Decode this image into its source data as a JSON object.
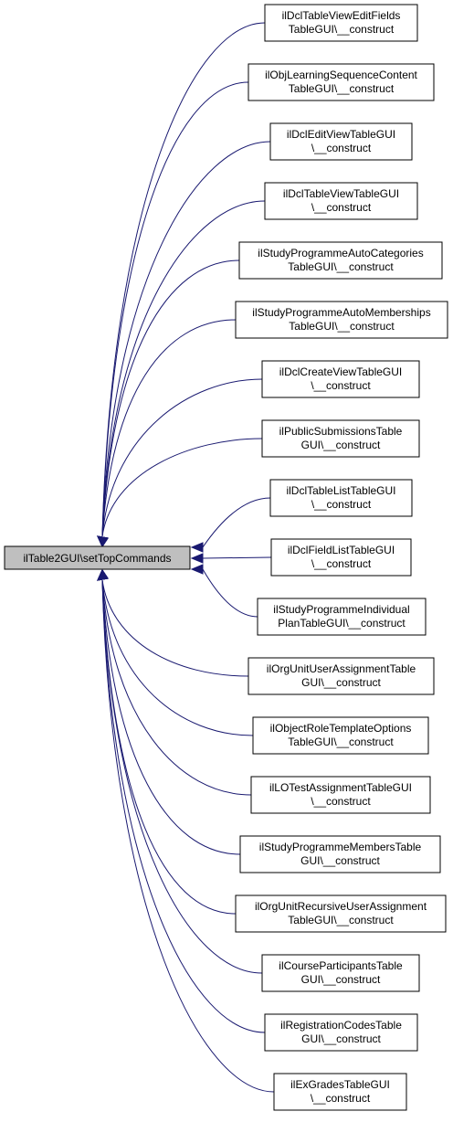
{
  "root": {
    "label": "ilTable2GUI\\setTopCommands"
  },
  "callers": [
    {
      "line1": "ilDclTableViewEditFields",
      "line2": "TableGUI\\__construct"
    },
    {
      "line1": "ilObjLearningSequenceContent",
      "line2": "TableGUI\\__construct"
    },
    {
      "line1": "ilDclEditViewTableGUI",
      "line2": "\\__construct"
    },
    {
      "line1": "ilDclTableViewTableGUI",
      "line2": "\\__construct"
    },
    {
      "line1": "ilStudyProgrammeAutoCategories",
      "line2": "TableGUI\\__construct"
    },
    {
      "line1": "ilStudyProgrammeAutoMemberships",
      "line2": "TableGUI\\__construct"
    },
    {
      "line1": "ilDclCreateViewTableGUI",
      "line2": "\\__construct"
    },
    {
      "line1": "ilPublicSubmissionsTable",
      "line2": "GUI\\__construct"
    },
    {
      "line1": "ilDclTableListTableGUI",
      "line2": "\\__construct"
    },
    {
      "line1": "ilDclFieldListTableGUI",
      "line2": "\\__construct"
    },
    {
      "line1": "ilStudyProgrammeIndividual",
      "line2": "PlanTableGUI\\__construct"
    },
    {
      "line1": "ilOrgUnitUserAssignmentTable",
      "line2": "GUI\\__construct"
    },
    {
      "line1": "ilObjectRoleTemplateOptions",
      "line2": "TableGUI\\__construct"
    },
    {
      "line1": "ilLOTestAssignmentTableGUI",
      "line2": "\\__construct"
    },
    {
      "line1": "ilStudyProgrammeMembersTable",
      "line2": "GUI\\__construct"
    },
    {
      "line1": "ilOrgUnitRecursiveUserAssignment",
      "line2": "TableGUI\\__construct"
    },
    {
      "line1": "ilCourseParticipantsTable",
      "line2": "GUI\\__construct"
    },
    {
      "line1": "ilRegistrationCodesTable",
      "line2": "GUI\\__construct"
    },
    {
      "line1": "ilExGradesTableGUI",
      "line2": "\\__construct"
    }
  ],
  "colors": {
    "edge": "#191970",
    "root_fill": "#bfbfbf",
    "node_fill": "#ffffff",
    "border": "#000000"
  }
}
